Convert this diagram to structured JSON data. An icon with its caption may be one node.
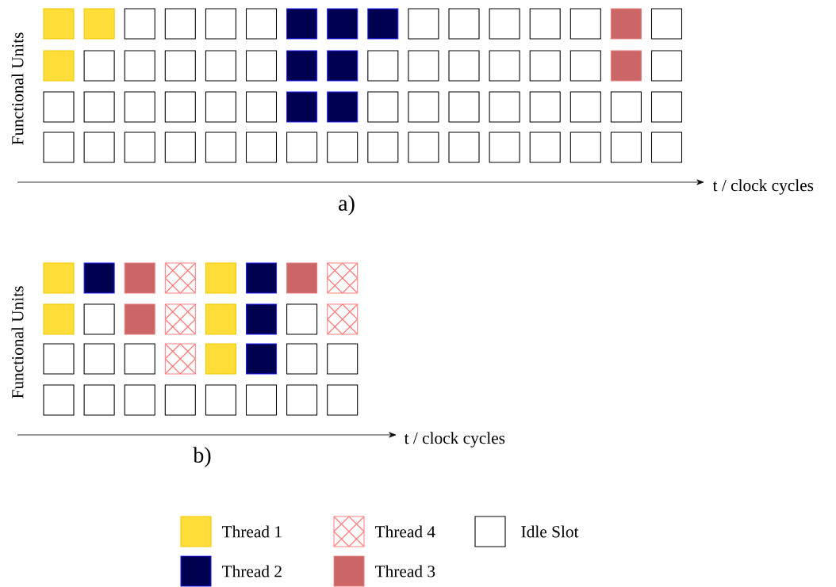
{
  "diagram": {
    "labels": [
      "Functional Units",
      "t / clock cycles",
      "a)",
      "Functional Units",
      "t / clock cycles",
      "b)"
    ],
    "legend": [
      {
        "text": "Thread 1",
        "color": "#ffde3a"
      },
      {
        "text": "Thread 4"
      },
      {
        "text": "Idle Slot"
      },
      {
        "text": "Thread 2",
        "color": "#000050"
      },
      {
        "text": "Thread 3",
        "color": "#cc6666"
      }
    ]
  }
}
